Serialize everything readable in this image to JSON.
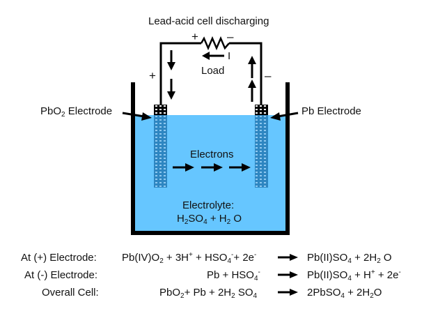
{
  "title": "Lead-acid cell discharging",
  "circuit": {
    "load_label": "Load",
    "current_label": "I",
    "resistor_plus": "+",
    "resistor_minus": "–",
    "left_terminal_sign": "+",
    "right_terminal_sign": "–"
  },
  "electrodes": {
    "left": {
      "text": "PbO",
      "sub": "2",
      "rest": " Electrode"
    },
    "right": {
      "text": "Pb Electrode"
    }
  },
  "cell": {
    "electrons_label": "Electrons",
    "electrolyte_label": "Electrolyte:",
    "electrolyte_formula": {
      "p1": "H",
      "s1": "2",
      "p2": "SO",
      "s2": "4",
      "p3": " + H",
      "s3": "2",
      "p4": " O"
    }
  },
  "colors": {
    "electrolyte": "#66c6ff",
    "electrode": "#2e86c1",
    "outline": "#000000"
  },
  "equations": [
    {
      "label": "At (+) Electrode:",
      "left": {
        "a": "Pb(IV)O",
        "a_sub": "2",
        "b": " + 3H",
        "b_sup": "+",
        "c": " + HSO",
        "c_sub": "4",
        "c_sup": "-",
        "d": "+ 2e",
        "d_sup": "-"
      },
      "right": {
        "a": "Pb(II)SO",
        "a_sub": "4",
        "b": " + 2H",
        "b_sub": "2",
        "c": " O"
      }
    },
    {
      "label": "At (-) Electrode:",
      "left": {
        "a": "Pb + HSO",
        "a_sub": "4",
        "a_sup": "-"
      },
      "right": {
        "a": "Pb(II)SO",
        "a_sub": "4",
        "b": " + H",
        "b_sup": "+",
        "c": " + 2e",
        "c_sup": "-"
      }
    },
    {
      "label": "Overall Cell:",
      "left": {
        "a": "PbO",
        "a_sub": "2",
        "b": "+ Pb + 2H",
        "b_sub": "2",
        "c": " SO",
        "c_sub": "4"
      },
      "right": {
        "a": "2PbSO",
        "a_sub": "4",
        "b": " + 2H",
        "b_sub": "2",
        "c": "O"
      }
    }
  ]
}
